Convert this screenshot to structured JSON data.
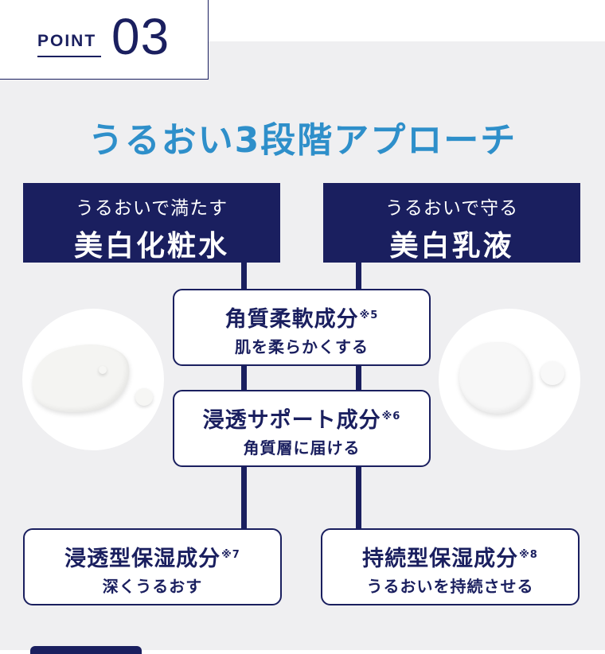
{
  "point": {
    "label": "POINT",
    "number": "03"
  },
  "heading": "うるおい3段階アプローチ",
  "products": [
    {
      "sub": "うるおいで満たす",
      "name": "美白化粧水"
    },
    {
      "sub": "うるおいで守る",
      "name": "美白乳液"
    }
  ],
  "ingredients": [
    {
      "title": "角質柔軟成分",
      "note": "※5",
      "desc": "肌を柔らかくする"
    },
    {
      "title": "浸透サポート成分",
      "note": "※6",
      "desc": "角質層に届ける"
    },
    {
      "title": "浸透型保湿成分",
      "note": "※7",
      "desc": "深くうるおす"
    },
    {
      "title": "持続型保湿成分",
      "note": "※8",
      "desc": "うるおいを持続させる"
    }
  ],
  "colors": {
    "navy": "#1a1f5f",
    "accent_blue": "#2e8fca",
    "panel_bg": "#efeff1"
  },
  "images": {
    "lotion": "lotion-texture",
    "emulsion": "emulsion-texture"
  }
}
